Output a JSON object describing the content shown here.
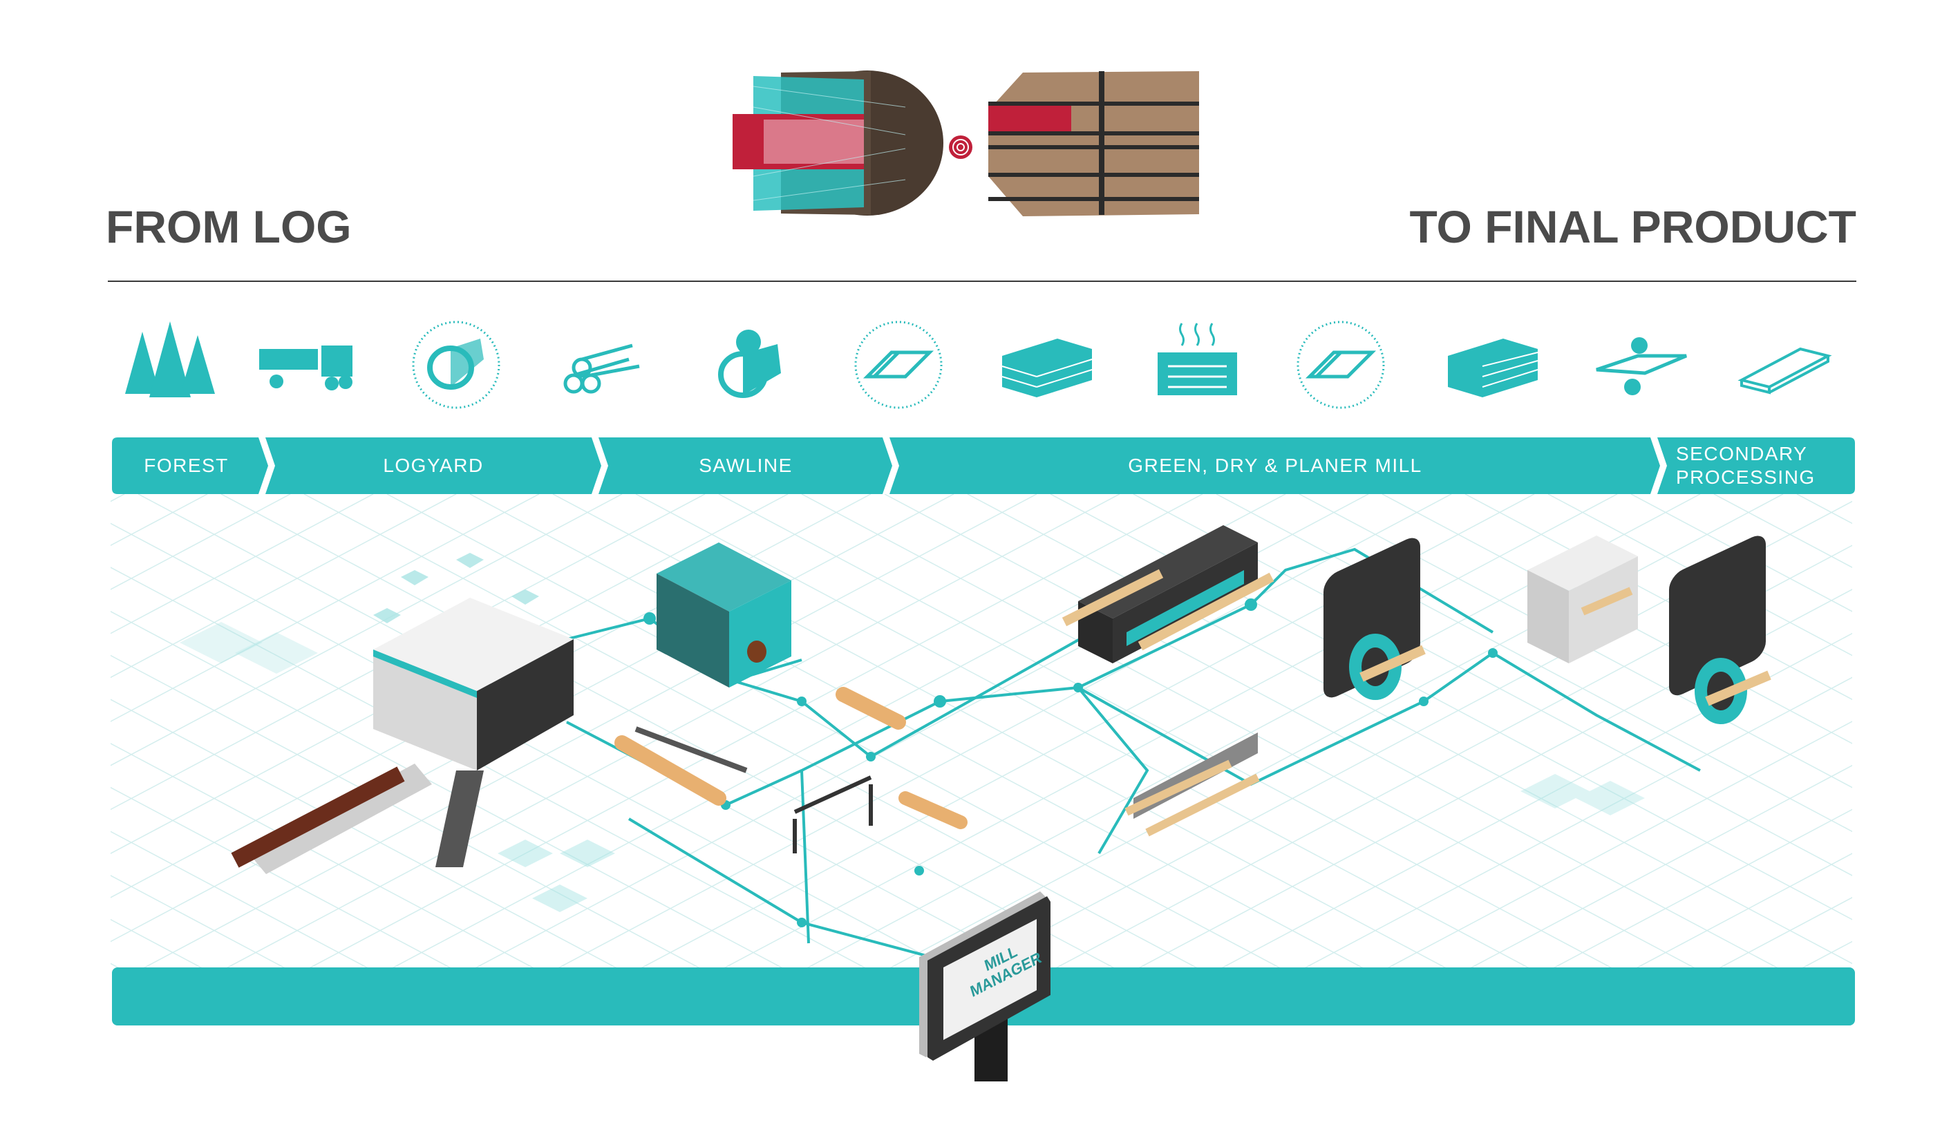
{
  "header": {
    "left_title": "FROM LOG",
    "right_title": "TO FINAL PRODUCT"
  },
  "colors": {
    "accent": "#29bbbb",
    "text": "#4b4b4b",
    "dark": "#333333",
    "wood": "#e8c48e",
    "red": "#c0203a"
  },
  "icons": [
    "forest-icon",
    "log-truck-icon",
    "log-scan-icon",
    "log-pile-icon",
    "saw-log-icon",
    "board-scan-icon",
    "lumber-stack-icon",
    "dry-kiln-icon",
    "planed-board-scan-icon",
    "planed-stack-icon",
    "grader-icon",
    "final-board-icon"
  ],
  "stages": [
    {
      "label": "FOREST"
    },
    {
      "label": "LOGYARD"
    },
    {
      "label": "SAWLINE"
    },
    {
      "label": "GREEN, DRY & PLANER MILL"
    },
    {
      "label": "SECONDARY\nPROCESSING"
    }
  ],
  "monitor": {
    "label": "MILL\nMANAGER"
  }
}
